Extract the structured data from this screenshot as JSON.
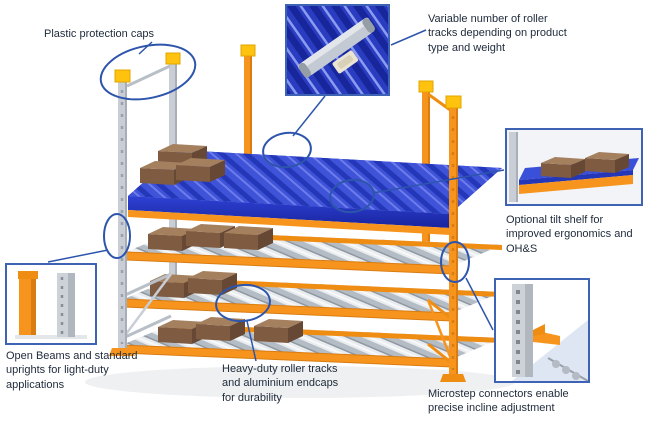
{
  "annotations": {
    "plastic_caps": "Plastic protection caps",
    "roller_variable": "Variable number of roller tracks depending on product type and weight",
    "tilt_shelf": "Optional tilt shelf for improved ergonomics and OH&S",
    "open_beams": "Open Beams and standard uprights for light-duty applications",
    "heavy_duty": "Heavy-duty roller tracks and aluminium endcaps for durability",
    "microstep": "Microstep connectors enable precise incline adjustment"
  },
  "insets": {
    "roller_detail": "roller-tracks-close-up",
    "tilt_detail": "tilt-shelf-close-up",
    "beam_detail": "open-beam-and-upright-close-up",
    "microstep_detail": "microstep-connector-close-up"
  },
  "colors": {
    "beam_orange": "#f7941d",
    "cap_yellow": "#ffc20e",
    "upright_grey": "#c9ced6",
    "shelf_blue": "#3f53d8",
    "box_brown": "#8a6a4f",
    "callout_blue": "#2d55ac",
    "text": "#1e2a3a",
    "background": "#ffffff"
  }
}
